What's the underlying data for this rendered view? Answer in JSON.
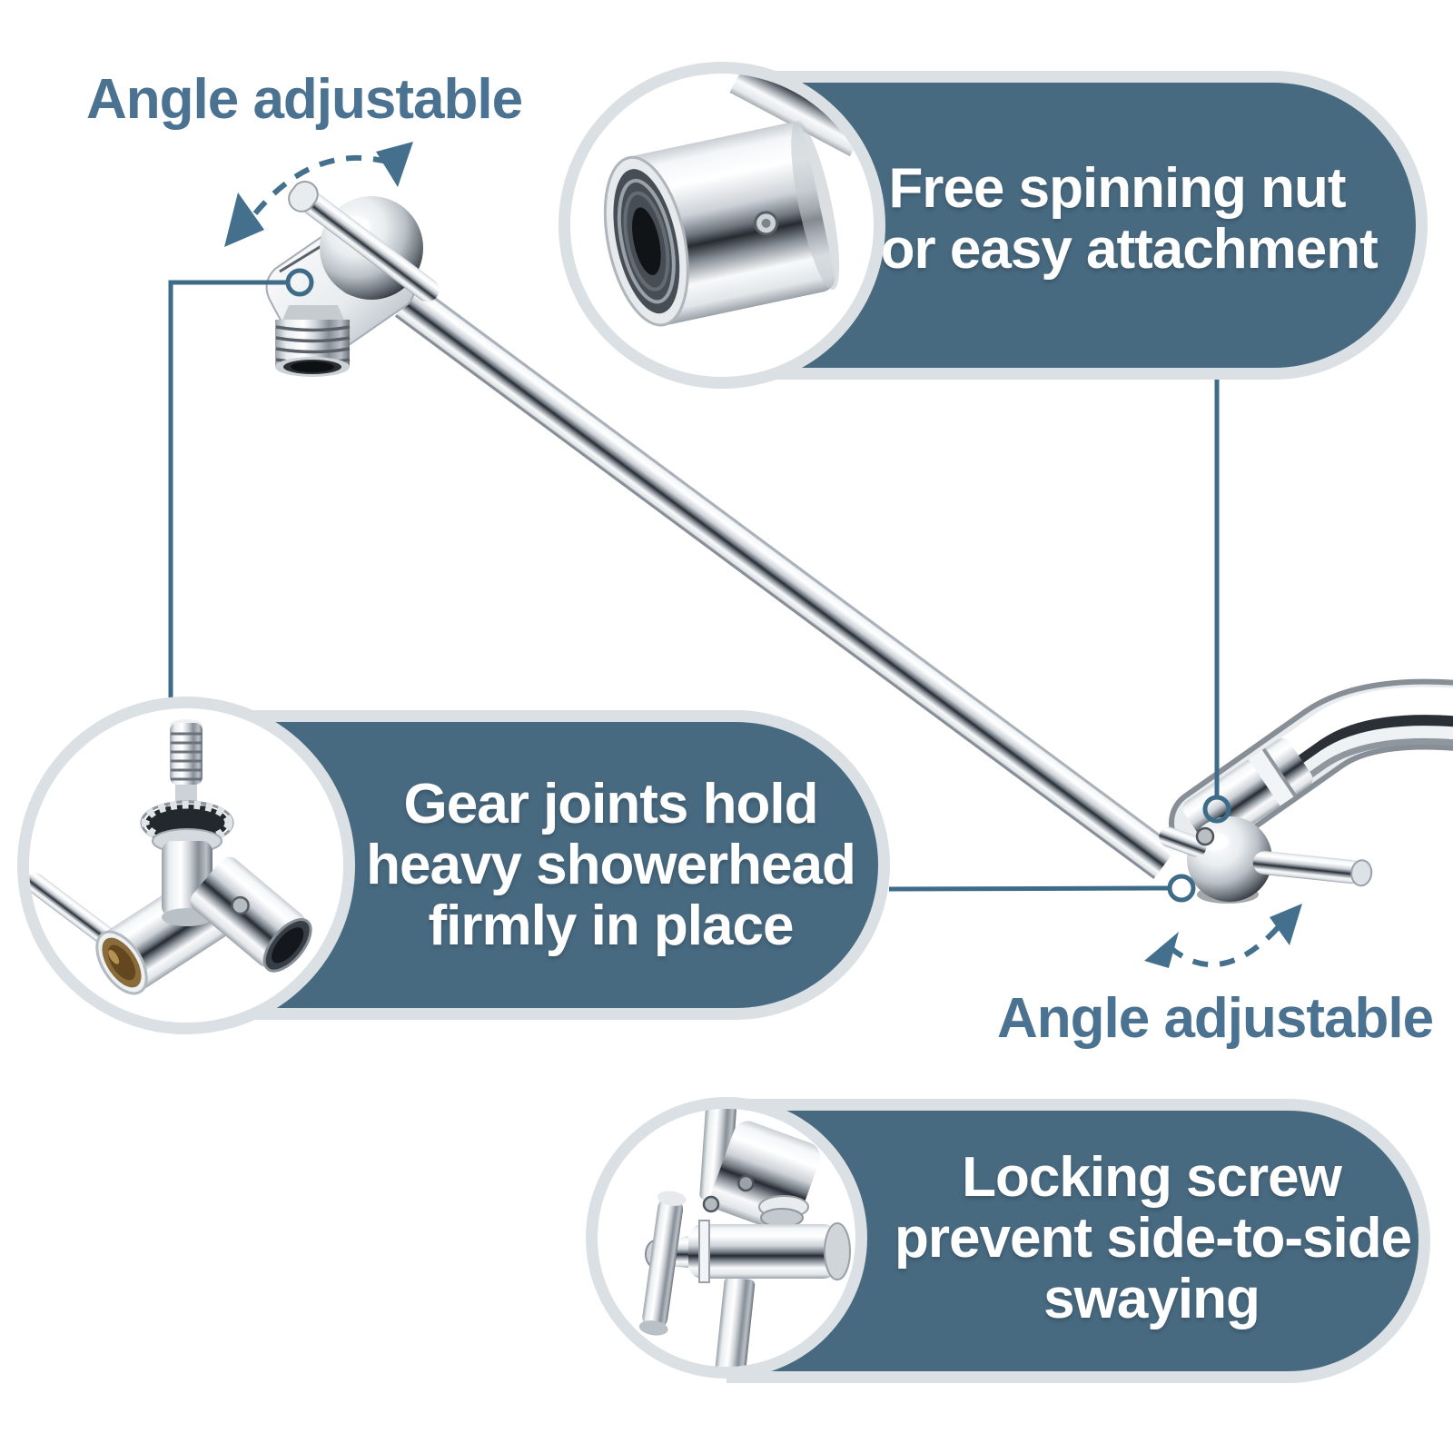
{
  "labels": {
    "angle_top": "Angle adjustable",
    "angle_bottom": "Angle adjustable"
  },
  "callouts": {
    "nut": {
      "lines": [
        "Free spinning nut",
        "for easy attachment"
      ]
    },
    "gear": {
      "lines": [
        "Gear joints hold",
        "heavy showerhead",
        "firmly in place"
      ]
    },
    "lock": {
      "lines": [
        "Locking screw",
        "prevent side-to-side",
        "swaying"
      ]
    }
  },
  "colors": {
    "pill_fill": "#486a80",
    "pill_border": "#dbe0e4",
    "heading_text": "#4b7290",
    "bubble_text": "#ffffff",
    "connector": "#3e6b88",
    "arrow": "#44708e"
  }
}
